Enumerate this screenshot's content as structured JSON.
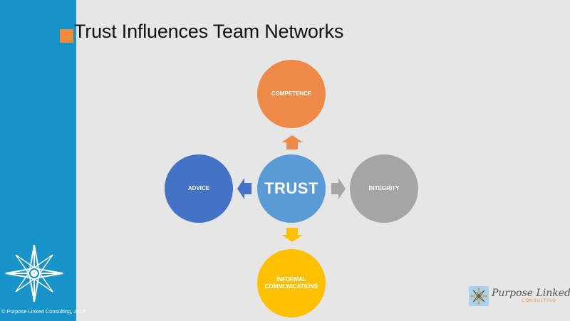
{
  "slide": {
    "title": "Trust Influences Team Networks",
    "copyright": "© Purpose Linked Consulting, 2019"
  },
  "diagram": {
    "center": "TRUST",
    "top": "COMPETENCE",
    "left": "ADVICE",
    "right": "INTEGRITY",
    "bottom": "INFORMAL COMMUNICATIONS"
  },
  "logo": {
    "name": "Purpose Linked",
    "tagline": "CONSULTING"
  },
  "colors": {
    "sidebar": "#1793c9",
    "accent": "#ef8b3a",
    "center": "#5b9bd5",
    "top": "#ee8a48",
    "left": "#4472c4",
    "right": "#a5a5a5",
    "bottom": "#ffc000"
  },
  "icons": [
    "compass-star-icon",
    "compass-logo-icon"
  ]
}
